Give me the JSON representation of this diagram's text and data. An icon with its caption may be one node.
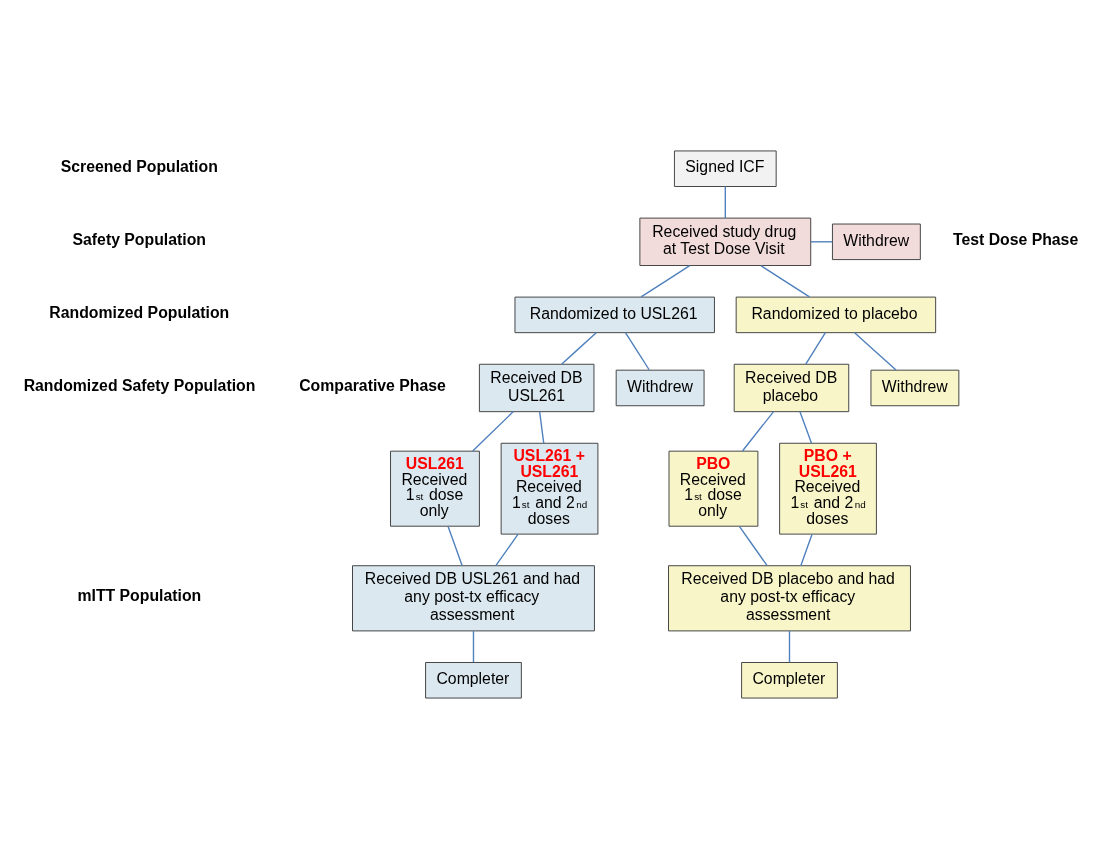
{
  "diagram": {
    "nodes": [
      {
        "text": [
          "Signed ICF"
        ]
      },
      {
        "text": [
          "Received study drug at Test Dose Visit"
        ]
      },
      {
        "text": [
          "Withdrew"
        ]
      },
      {
        "text": [
          "Randomized to USL261"
        ]
      },
      {
        "text": [
          "Randomized to placebo"
        ]
      },
      {
        "text": [
          "Received DB USL261"
        ]
      },
      {
        "text": [
          "Withdrew"
        ]
      },
      {
        "text": [
          "Received DB placebo"
        ]
      },
      {
        "text": [
          "Withdrew"
        ]
      },
      {
        "text": [
          "USL261",
          "Received 1$^{st}$ dose only"
        ]
      },
      {
        "text": [
          "USL261 + USL261",
          "Received 1$^{st}$ and 2$^{nd}$ doses"
        ]
      },
      {
        "text": [
          "PBO",
          "Received 1$^{st}$ dose only"
        ]
      },
      {
        "text": [
          "PBO + USL261",
          "Received 1$^{st}$ and 2$^{nd}$ doses"
        ]
      },
      {
        "text": [
          "Received DB USL261 and had any post-tx efficacy assessment"
        ]
      },
      {
        "text": [
          "Received DB placebo and had any post-tx efficacy assessment"
        ]
      },
      {
        "text": [
          "Completer"
        ]
      },
      {
        "text": [
          "Completer"
        ]
      }
    ],
    "edges": [
      {
        "from": 0,
        "to": 1,
        "arrow": "none"
      },
      {
        "from": 1,
        "to": 2,
        "arrow": "none"
      },
      {
        "from": 1,
        "to": 3,
        "arrow": "none"
      },
      {
        "from": 1,
        "to": 4,
        "arrow": "none"
      },
      {
        "from": 3,
        "to": 5,
        "arrow": "none"
      },
      {
        "from": 3,
        "to": 6,
        "arrow": "none"
      },
      {
        "from": 4,
        "to": 7,
        "arrow": "none"
      },
      {
        "from": 4,
        "to": 8,
        "arrow": "none"
      },
      {
        "from": 5,
        "to": 9,
        "arrow": "none"
      },
      {
        "from": 5,
        "to": 10,
        "arrow": "none"
      },
      {
        "from": 7,
        "to": 11,
        "arrow": "none"
      },
      {
        "from": 7,
        "to": 12,
        "arrow": "none"
      },
      {
        "from": 9,
        "to": 13,
        "arrow": "none"
      },
      {
        "from": 10,
        "to": 13,
        "arrow": "none"
      },
      {
        "from": 11,
        "to": 14,
        "arrow": "none"
      },
      {
        "from": 12,
        "to": 14,
        "arrow": "none"
      },
      {
        "from": 13,
        "to": 15,
        "arrow": "none"
      },
      {
        "from": 14,
        "to": 16,
        "arrow": "none"
      }
    ],
    "labels": [
      "Screened Population",
      "Safety Population",
      "Test Dose Phase",
      "Randomized Population",
      "Randomized Safety Population",
      "Comparative Phase",
      "mITT Population"
    ]
  }
}
